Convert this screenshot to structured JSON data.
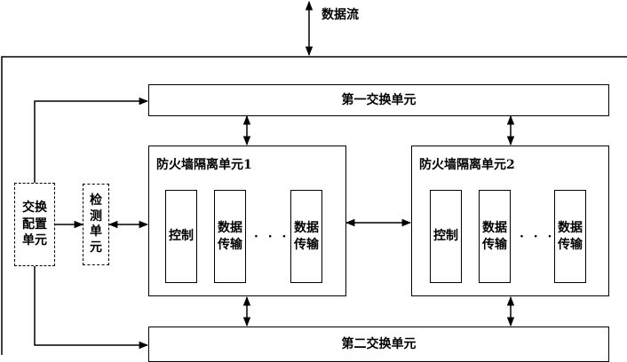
{
  "data_flow_label": "数据流",
  "switch_units": {
    "first": "第一交换单元",
    "second": "第二交换单元"
  },
  "config_unit": "交换\n配置\n单元",
  "detect_unit": "检\n测\n单\n元",
  "firewall_units": [
    {
      "title": "防火墙隔离单元1",
      "control": "控制",
      "transfer_a": "数据\n传输",
      "ellipsis": "· · ·",
      "transfer_b": "数据\n传输"
    },
    {
      "title": "防火墙隔离单元2",
      "control": "控制",
      "transfer_a": "数据\n传输",
      "ellipsis": "· · ·",
      "transfer_b": "数据\n传输"
    }
  ]
}
